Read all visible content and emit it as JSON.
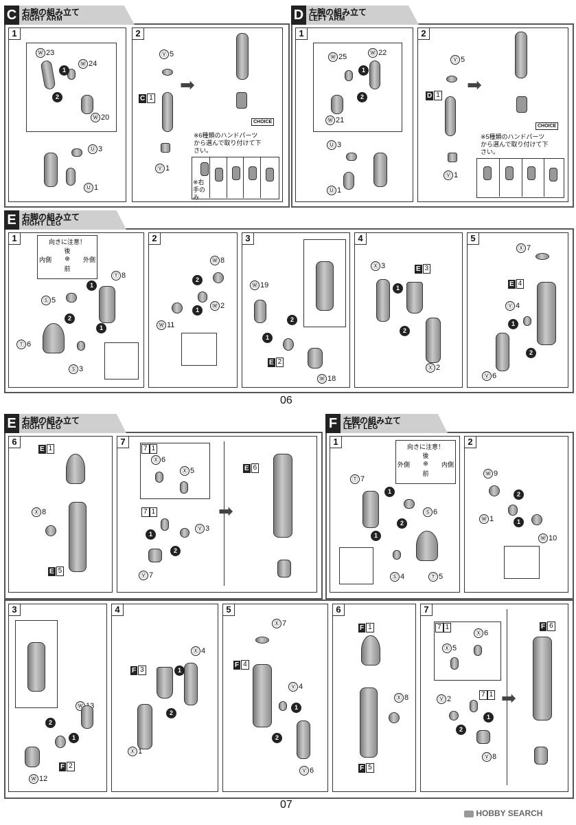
{
  "sections": {
    "c": {
      "letter": "C",
      "jp": "右腕の組み立て",
      "en": "RIGHT ARM"
    },
    "d": {
      "letter": "D",
      "jp": "左腕の組み立て",
      "en": "LEFT ARM"
    },
    "e1": {
      "letter": "E",
      "jp": "右脚の組み立て",
      "en": "RIGHT LEG"
    },
    "e2": {
      "letter": "E",
      "jp": "右脚の組み立て",
      "en": "RIGHT LEG"
    },
    "f": {
      "letter": "F",
      "jp": "左脚の組み立て",
      "en": "LEFT LEG"
    }
  },
  "steps": [
    "1",
    "2",
    "3",
    "4",
    "5",
    "6",
    "7"
  ],
  "labels": {
    "c1_w23": "23",
    "c1_w24": "24",
    "c1_w20": "20",
    "c1_u3": "3",
    "c1_u1": "1",
    "c2_v5": "5",
    "c2_c1": "C",
    "c2_c1n": "1",
    "c2_v1": "1",
    "d1_w25": "25",
    "d1_w22": "22",
    "d1_w21": "21",
    "d1_u3": "3",
    "d1_u1": "1",
    "d2_v5": "5",
    "d2_d1": "D",
    "d2_d1n": "1",
    "d2_v1": "1",
    "e1_t8": "8",
    "e1_s5": "5",
    "e1_t6": "6",
    "e1_s3": "3",
    "e2_w8": "8",
    "e2_w2": "2",
    "e2_w11": "11",
    "e3_w19": "19",
    "e3_e2": "E",
    "e3_e2n": "2",
    "e3_w18": "18",
    "e4_x3": "3",
    "e4_e3": "E",
    "e4_e3n": "3",
    "e4_x2": "2",
    "e5_x7": "7",
    "e5_e4": "E",
    "e5_e4n": "4",
    "e5_v4": "4",
    "e5_v6": "6",
    "e6_e1": "E",
    "e6_e1n": "1",
    "e6_x8": "8",
    "e6_e5": "E",
    "e6_e5n": "5",
    "e7_71": "7",
    "e7_71n": "1",
    "e7_x6": "6",
    "e7_x5": "5",
    "e7_712": "7",
    "e7_712n": "1",
    "e7_v3": "3",
    "e7_v7": "7",
    "e7_e6": "E",
    "e7_e6n": "6",
    "f1_t7": "7",
    "f1_s6": "6",
    "f1_s4": "4",
    "f1_t5": "5",
    "f2_w9": "9",
    "f2_w1": "1",
    "f2_w10": "10",
    "f3_w13": "13",
    "f3_w12": "12",
    "f3_f2": "F",
    "f3_f2n": "2",
    "f4_x4": "4",
    "f4_f3": "F",
    "f4_f3n": "3",
    "f4_x1": "1",
    "f5_x7": "7",
    "f5_f4": "F",
    "f5_f4n": "4",
    "f5_v4": "4",
    "f5_v6": "6",
    "f6_f1": "F",
    "f6_f1n": "1",
    "f6_x8": "8",
    "f6_f5": "F",
    "f6_f5n": "5",
    "f7_71": "7",
    "f7_71n": "1",
    "f7_x5": "5",
    "f7_x6": "6",
    "f7_v2": "2",
    "f7_712": "7",
    "f7_712n": "1",
    "f7_v8": "8",
    "f7_f6": "F",
    "f7_f6n": "6"
  },
  "runner": {
    "W": "Ⓦ",
    "U": "Ⓤ",
    "V": "Ⓥ",
    "T": "Ⓣ",
    "S": "Ⓢ",
    "X": "Ⓧ"
  },
  "order": {
    "one": "1",
    "two": "2"
  },
  "notes": {
    "c_hand": "※6種類のハンドパーツから選んで取り付けて下さい。",
    "c_right_only": "※右手のみ",
    "d_hand": "※5種類のハンドパーツから選んで取り付けて下さい。",
    "choice": "CHOICE",
    "orient_title": "向きに注意！",
    "orient_back": "後",
    "orient_front": "前",
    "orient_in": "内側",
    "orient_out": "外側"
  },
  "pages": {
    "p06": "06",
    "p07": "07"
  },
  "watermark": {
    "text": "HOBBY SEARCH"
  }
}
